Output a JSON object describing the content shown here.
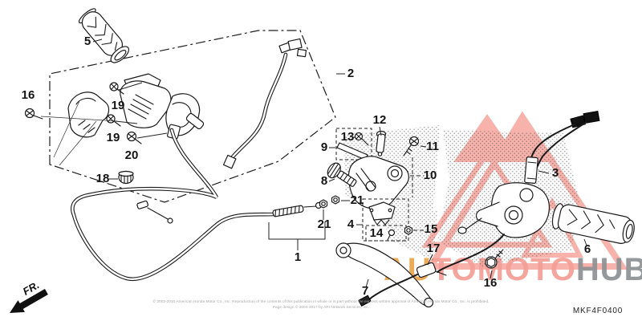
{
  "watermark": {
    "brand_part1": "AU",
    "brand_part2": "TOMOTO",
    "brand_part3": "HUB",
    "color_amber": "#eaa44c",
    "color_salmon": "#f49e96",
    "color_gray": "#8e9194",
    "logo_color": "#f5a59d"
  },
  "footer": {
    "copyright_line1": "© 2002-2010 American Honda Motor Co., Inc. Reproduction of the contents of this publication in whole or in part without the express written approval of American Honda Motor Co., Inc. is prohibited.",
    "copyright_line2": "Page design © 2004-2017 by ARI Network Services, Inc.",
    "diagram_code": "MKF4F0400"
  },
  "orientation": {
    "fr_label": "FR."
  },
  "callouts": [
    {
      "label": "5"
    },
    {
      "label": "2"
    },
    {
      "label": "16"
    },
    {
      "label": "19"
    },
    {
      "label": "19"
    },
    {
      "label": "20"
    },
    {
      "label": "18"
    },
    {
      "label": "12"
    },
    {
      "label": "13"
    },
    {
      "label": "9"
    },
    {
      "label": "11"
    },
    {
      "label": "10"
    },
    {
      "label": "8"
    },
    {
      "label": "21"
    },
    {
      "label": "21"
    },
    {
      "label": "4"
    },
    {
      "label": "14"
    },
    {
      "label": "15"
    },
    {
      "label": "17"
    },
    {
      "label": "3"
    },
    {
      "label": "6"
    },
    {
      "label": "16"
    },
    {
      "label": "1"
    },
    {
      "label": "7"
    }
  ]
}
